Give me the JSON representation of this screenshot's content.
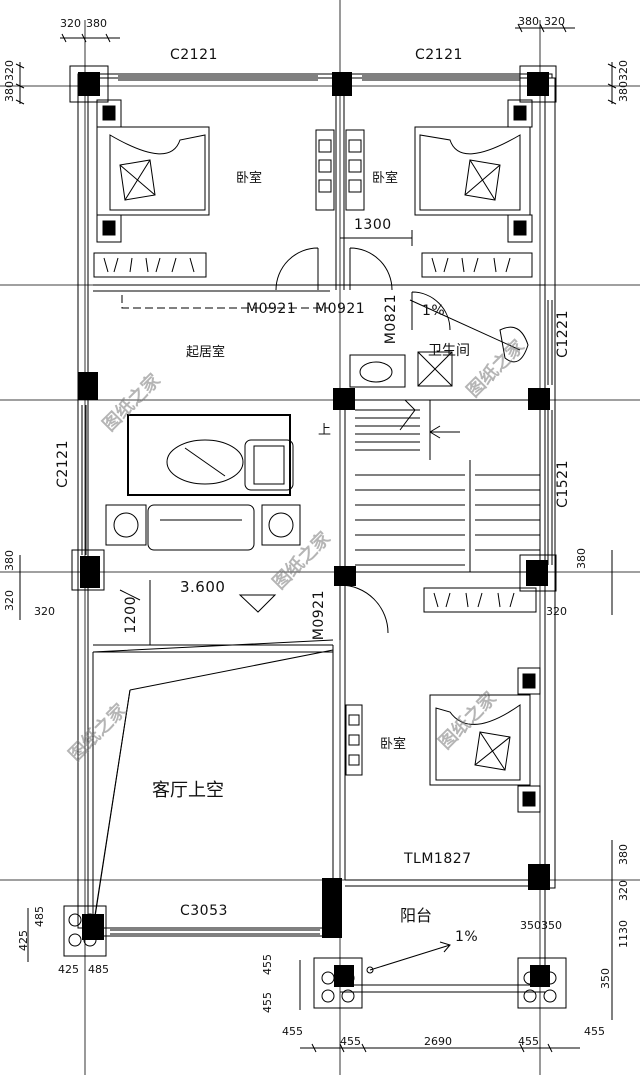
{
  "rooms": {
    "bedroom_nw": "卧室",
    "bedroom_ne": "卧室",
    "living": "起居室",
    "bathroom": "卫生间",
    "bedroom_s": "卧室",
    "void": "客厅上空",
    "balcony": "阳台"
  },
  "windows": {
    "c2121_top_left": "C2121",
    "c2121_top_right": "C2121",
    "c1221": "C1221",
    "c2121_left": "C2121",
    "c1521": "C1521",
    "c3053": "C3053"
  },
  "doors": {
    "m0921_a": "M0921",
    "m0921_b": "M0921",
    "m0821": "M0821",
    "m0921_c": "M0921",
    "tlm1827": "TLM1827"
  },
  "annotations": {
    "dim_1300": "1300",
    "dim_1200": "1200",
    "elevation": "3.600",
    "slope_bath": "1%",
    "slope_balcony": "1%",
    "stair_up": "上"
  },
  "dimensions": {
    "top_l1": "320",
    "top_l2": "380",
    "top_r1": "380",
    "top_r2": "320",
    "side_l_top": "380320",
    "side_r_top": "380320",
    "mid_l_380": "380",
    "mid_l_320": "320",
    "mid_l_320b": "320",
    "mid_r_380": "380",
    "mid_r_320": "320",
    "bot_r_380": "380",
    "bot_r_320": "320",
    "bot_r_1130": "1130",
    "bot_r_350": "350",
    "bot_r_35350": "350350",
    "bot_l_485": "485",
    "bot_l_425": "425",
    "bot_l_425b": "425",
    "bot_l_485b": "485",
    "bot_455a": "455",
    "bot_455b": "455",
    "bot_455c": "455",
    "bot_455d": "455",
    "bot_2690": "2690",
    "bot_455e": "455",
    "bot_455f": "455"
  },
  "watermark": "图纸之家"
}
